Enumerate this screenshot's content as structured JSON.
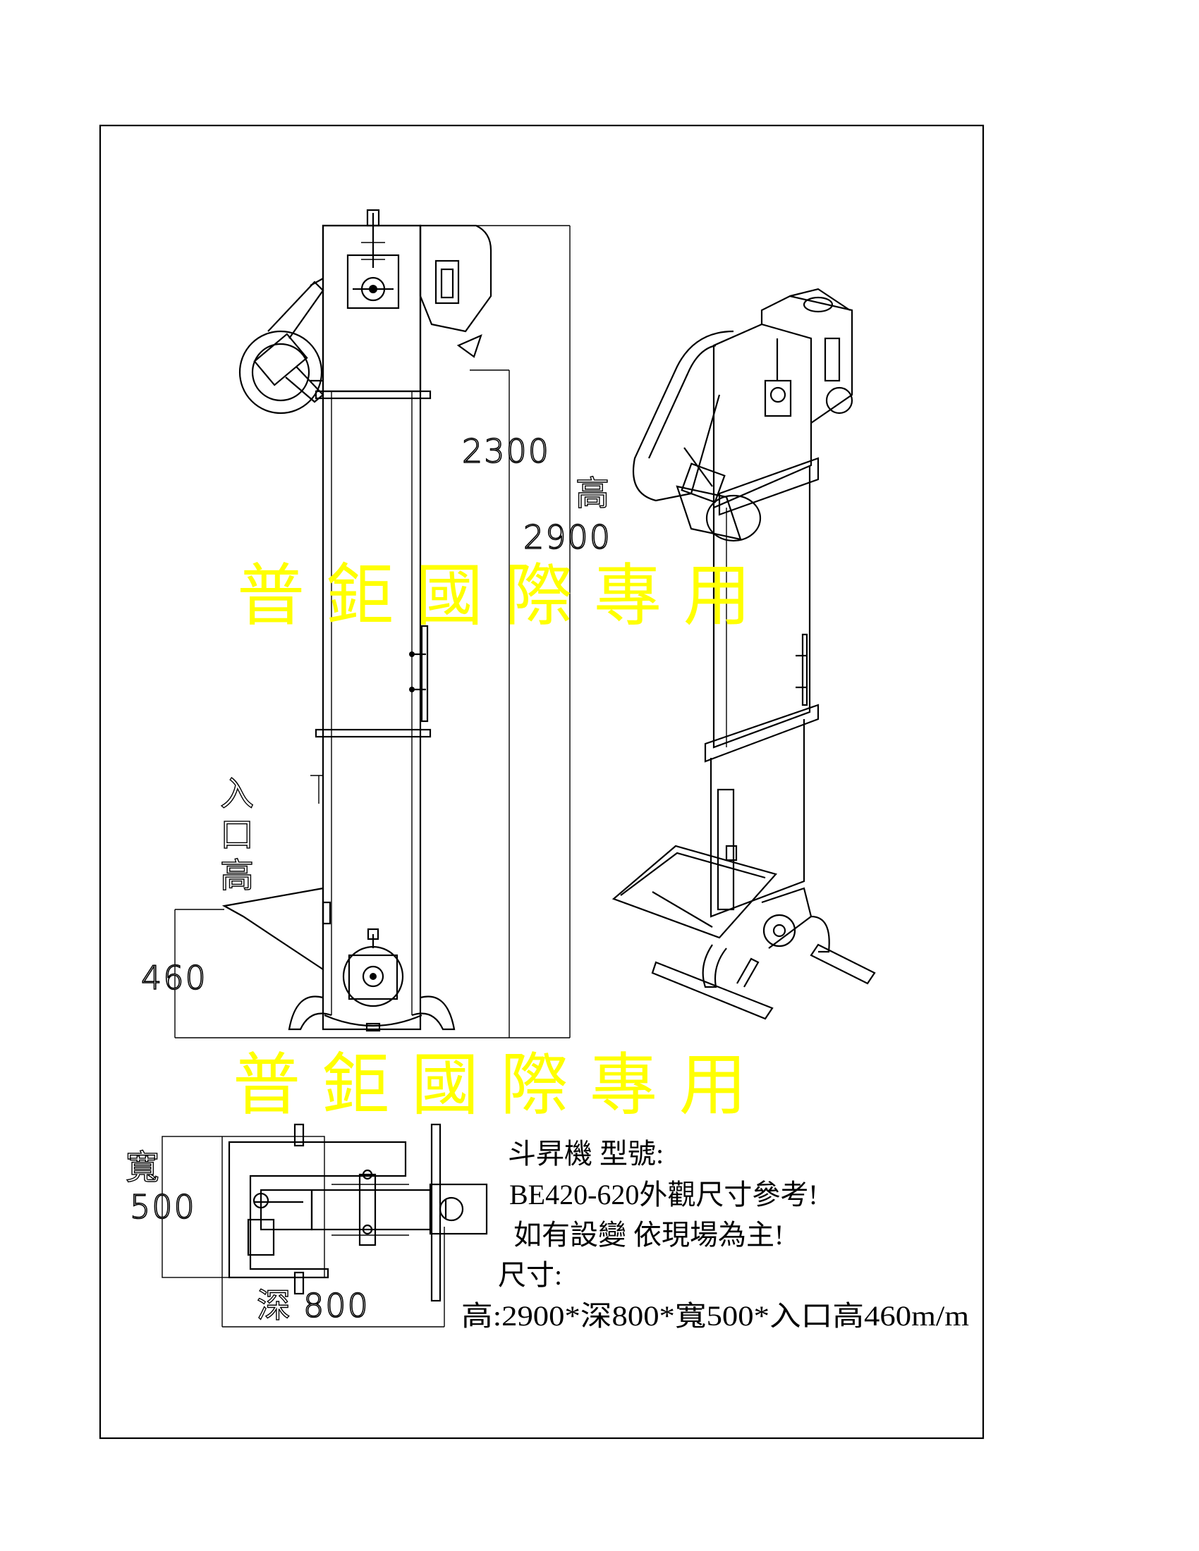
{
  "watermark": {
    "top": "普 鉅 國 際 專 用",
    "bottom": "普 鉅 國 際 專 用",
    "color": "#ffff00"
  },
  "dimensions": {
    "inner_height": "2300",
    "total_height_label": "高",
    "total_height": "2900",
    "inlet_height_label_chars": [
      "入",
      "口",
      "高"
    ],
    "inlet_height": "460",
    "width_label": "寬",
    "width": "500",
    "depth_label": "深",
    "depth": "800"
  },
  "notes": {
    "line1": "斗昇機 型號:",
    "line2": "BE420-620外觀尺寸參考!",
    "line3": "如有設變 依現場為主!",
    "line4": "尺寸:",
    "line5": "高:2900*深800*寬500*入口高460m/m"
  }
}
